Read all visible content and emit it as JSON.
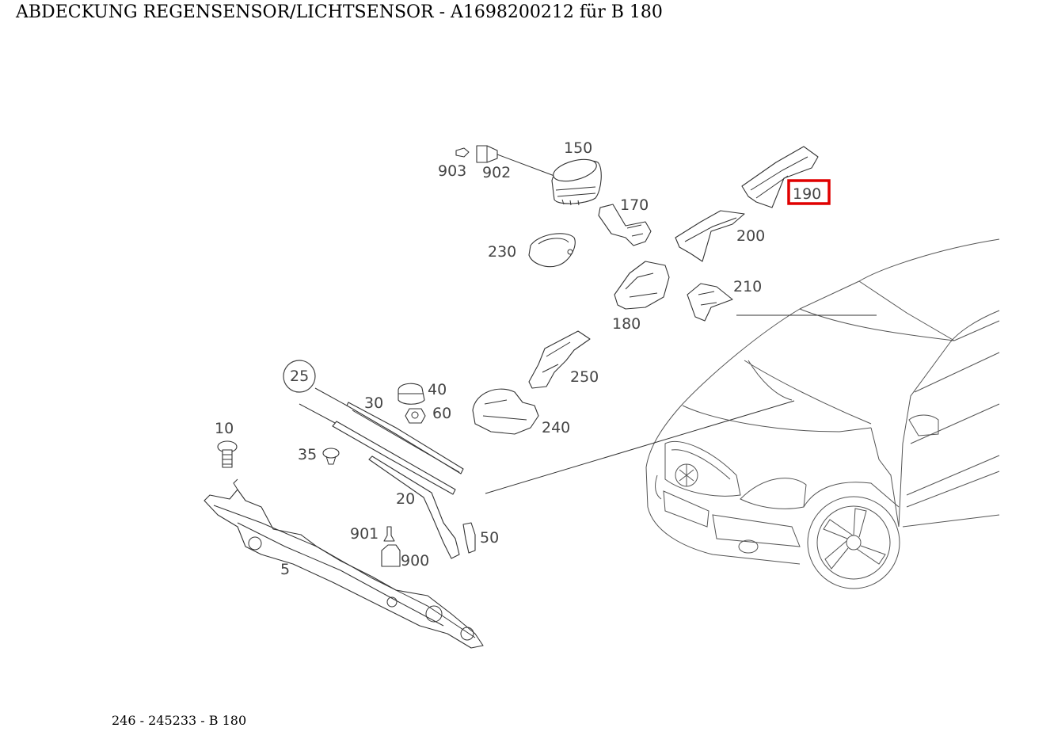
{
  "title": "ABDECKUNG REGENSENSOR/LICHTSENSOR - A1698200212 für B 180",
  "footer": "246 - 245233 - B 180",
  "highlight_color": "#e00000",
  "highlighted_part": "190",
  "callouts": {
    "p5": "5",
    "p10": "10",
    "p20": "20",
    "p25": "25",
    "p30": "30",
    "p35": "35",
    "p40": "40",
    "p50": "50",
    "p60": "60",
    "p150": "150",
    "p170": "170",
    "p180": "180",
    "p190": "190",
    "p200": "200",
    "p210": "210",
    "p230": "230",
    "p240": "240",
    "p250": "250",
    "p900": "900",
    "p901": "901",
    "p902": "902",
    "p903": "903"
  }
}
